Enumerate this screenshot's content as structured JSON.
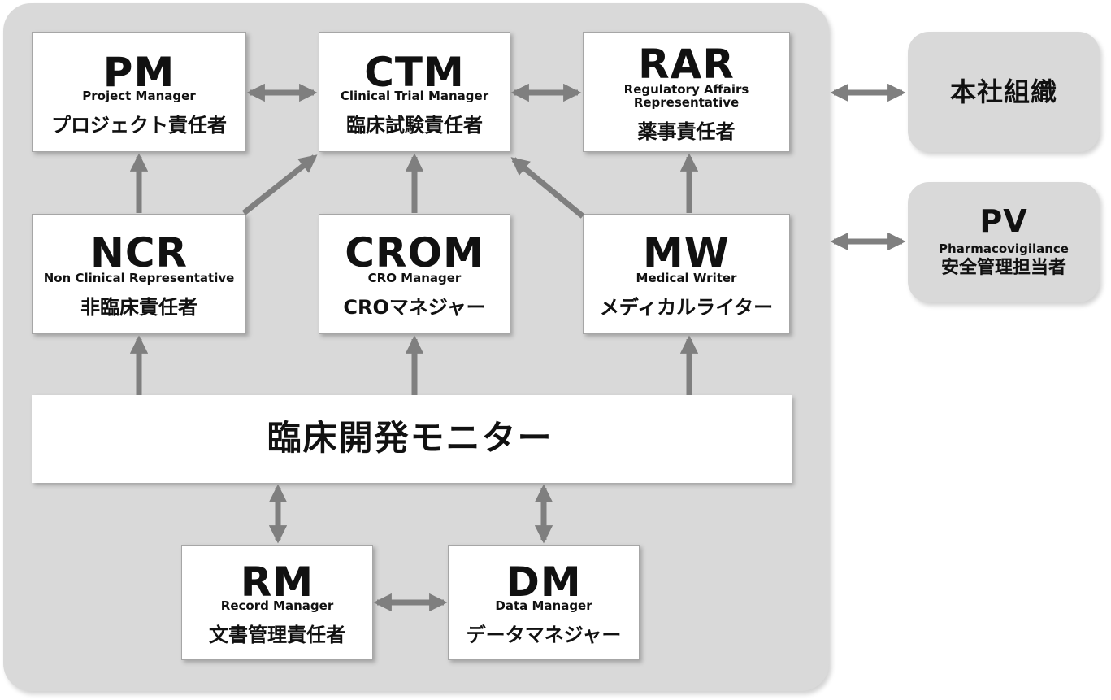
{
  "nodes": {
    "pm": {
      "abbr": "PM",
      "en": "Project Manager",
      "ja": "プロジェクト責任者"
    },
    "ctm": {
      "abbr": "CTM",
      "en": "Clinical Trial Manager",
      "ja": "臨床試験責任者"
    },
    "rar": {
      "abbr": "RAR",
      "en_line1": "Regulatory Affairs",
      "en_line2": "Representative",
      "ja": "薬事責任者"
    },
    "ncr": {
      "abbr": "NCR",
      "en": "Non Clinical Representative",
      "ja": "非臨床責任者"
    },
    "crom": {
      "abbr": "CROM",
      "en": "CRO Manager",
      "ja": "CROマネジャー"
    },
    "mw": {
      "abbr": "MW",
      "en": "Medical Writer",
      "ja": "メディカルライター"
    },
    "monitor": {
      "label": "臨床開発モニター"
    },
    "rm": {
      "abbr": "RM",
      "en": "Record Manager",
      "ja": "文書管理責任者"
    },
    "dm": {
      "abbr": "DM",
      "en": "Data Manager",
      "ja": "データマネジャー"
    },
    "hq": {
      "label": "本社組織"
    },
    "pv": {
      "abbr": "PV",
      "en": "Pharmacovigilance",
      "ja": "安全管理担当者"
    }
  },
  "colors": {
    "panel": "#d9d9d9",
    "box": "#ffffff",
    "arrow": "#7f7f7f"
  }
}
